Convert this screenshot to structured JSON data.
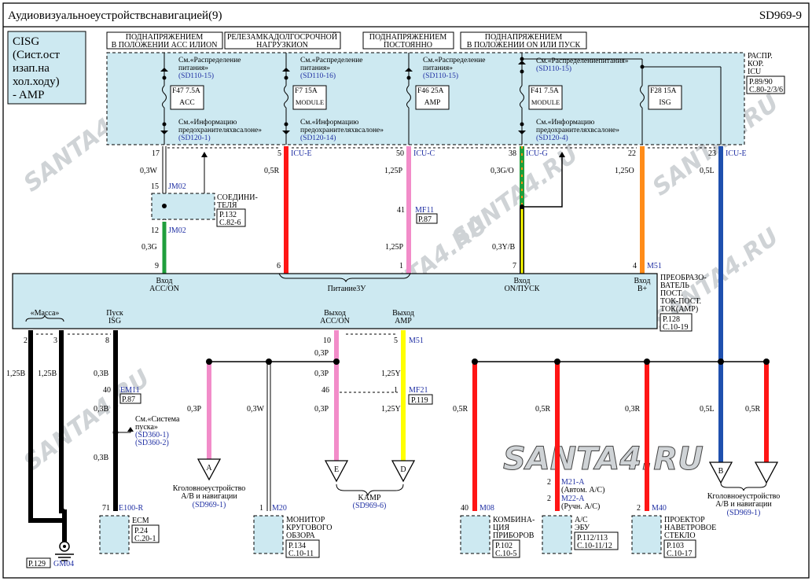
{
  "header": {
    "title": "Аудиовизуальноеустройствснавигацией(9)",
    "code": "SD969-9"
  },
  "watermark": {
    "text": "SANTA4.RU"
  },
  "system_box": {
    "lines": [
      "CISG",
      "(Сист.ост",
      "изап.на",
      "хол.ходу)",
      "- AMP"
    ]
  },
  "power_headers": [
    {
      "lines": [
        "ПОДНАПРЯЖЕНИЕМ",
        "В ПОЛОЖЕНИИ ACC  ИЛИON"
      ]
    },
    {
      "lines": [
        "РЕЛЕЗАМКАДОЛГОСРОЧНОЙ",
        "НАГРУЗКИON"
      ]
    },
    {
      "lines": [
        "ПОДНАПРЯЖЕНИЕМ",
        "ПОСТОЯННО"
      ]
    },
    {
      "lines": [
        "ПОДНАПРЯЖЕНИЕМ",
        "В ПОЛОЖЕНИИ ON  ИЛИ ПУСК"
      ]
    }
  ],
  "icu": {
    "lines": [
      "РАСПР.",
      "КОР.",
      "ICU"
    ],
    "page": "P.89/90",
    "ref": "C.80-2/3/6"
  },
  "refs": {
    "dist1_lines": [
      "См.«Распределение",
      "питания»"
    ],
    "dist1_code": "(SD110-15)",
    "dist2_lines": [
      "См.«Распределение",
      "питания»"
    ],
    "dist2_code": "(SD110-16)",
    "dist3_lines": [
      "См.«Распределение",
      "питания»"
    ],
    "dist3_code": "(SD110-15)",
    "dist4_lines": [
      "См.«Распределениепитания»"
    ],
    "dist4_code": "(SD110-15)",
    "info1_lines": [
      "См.«Информацию",
      "предохранителяхвсалоне»"
    ],
    "info1_code": "(SD120-1)",
    "info2_lines": [
      "См.«Информацию",
      "предохранителяхвсалоне»"
    ],
    "info2_code": "(SD120-14)",
    "info3_lines": [
      "См.«Информацию",
      "предохранителяхвсалоне»"
    ],
    "info3_code": "(SD120-4)",
    "start_lines": [
      "См.«Система",
      "пуска»"
    ],
    "start_code1": "(SD360-1)",
    "start_code2": "(SD360-2)"
  },
  "fuses": [
    {
      "name": "F47 7.5A",
      "label": "ACC"
    },
    {
      "name": "F7 15A",
      "label": "MODULE"
    },
    {
      "name": "F46 25A",
      "label": "AMP"
    },
    {
      "name": "F41 7.5A",
      "label": "MODULE"
    },
    {
      "name": "F28 15A",
      "label": "ISG"
    }
  ],
  "icu_pins": {
    "p17": "17",
    "p5": "5",
    "p5c": "ICU-E",
    "p50": "50",
    "p50c": "ICU-C",
    "p38": "38",
    "p38c": "ICU-G",
    "p22": "22",
    "p23": "23",
    "p23c": "ICU-E"
  },
  "wires": {
    "w03W": "0,3W",
    "w05R": "0,5R",
    "w125P": "1,25P",
    "w03GO": "0,3G/O",
    "w125O": "1,25O",
    "w05L": "0,5L",
    "w03G": "0,3G",
    "w125P2": "1,25P",
    "w03YB": "0,3Y/B",
    "gnd1": "1,25B",
    "gnd2": "1,25B",
    "isg1": "0,3B",
    "isg2": "0,3B",
    "isg3": "0,3B",
    "p_top": "0,3P",
    "p_left": "0,3P",
    "w_mon": "0,3W",
    "p_mid": "0,3P",
    "y_top": "1,25Y",
    "y_bot": "1,25Y",
    "r_cl": "0,5R",
    "r_ac": "0,5R",
    "r_hud": "0,3R",
    "l_av": "0,5L",
    "r_av": "0,5R"
  },
  "connectors": {
    "jm15": "15",
    "jm02a": "JM02",
    "jm12": "12",
    "jm02b": "JM02",
    "mf41": "41",
    "mf11": "MF11",
    "mf11p": "P.87",
    "joint": {
      "lines": [
        "СОЕДИНИ-",
        "ТЕЛЯ"
      ],
      "page": "P.132",
      "ref": "C.82-6"
    },
    "em40": "40",
    "em11": "EM11",
    "em11p": "P.87",
    "mf46": "46",
    "mf1": "1",
    "mf21": "MF21",
    "mf21p": "P.119",
    "m51": "M51"
  },
  "converter": {
    "title_lines": [
      "ПРЕОБРАЗО-",
      "ВАТЕЛЬ",
      "ПОСТ.",
      "ТОК-ПОСТ.",
      "ТОК(AMP)"
    ],
    "page": "P.128",
    "ref": "C.10-19",
    "in_pins": {
      "p9": "9",
      "p6": "6",
      "p1": "1",
      "p7": "7",
      "p4": "4"
    },
    "in_acc": [
      "Вход",
      "ACC/ON"
    ],
    "in_bplus": [
      "Вход",
      "B+"
    ],
    "in_on": [
      "Вход",
      "ON/ПУСК"
    ],
    "charge": "Питание3У",
    "ground": "«Масса»",
    "start_isg": [
      "Пуск",
      "ISG"
    ],
    "out_acc": [
      "Выход",
      "ACC/ON"
    ],
    "out_amp": [
      "Выход",
      "AMP"
    ],
    "out_pins": {
      "p2": "2",
      "p3": "3",
      "p8": "8",
      "p10": "10",
      "p5": "5"
    }
  },
  "loads": {
    "ecm": {
      "pin": "71",
      "conn": "E100-R",
      "name": "ECM",
      "page": "P.24",
      "ref": "C.20-1"
    },
    "monitor": {
      "pin": "1",
      "conn": "M20",
      "lines": [
        "МОНИТОР",
        "КРУГОВОГО",
        "ОБЗОРА"
      ],
      "page": "P.134",
      "ref": "C.10-11"
    },
    "cluster": {
      "pin": "40",
      "conn": "M08",
      "lines": [
        "КОМБИНА-",
        "ЦИЯ",
        "ПРИБОРОВ"
      ],
      "page": "P.102",
      "ref": "C.10-5"
    },
    "ac": {
      "pin1": "2",
      "conn1": "M21-A",
      "note1": "(Автом. A/C)",
      "pin2": "2",
      "conn2": "M22-A",
      "note2": "(Ручн. A/C)",
      "lines": [
        "A/C",
        "ЭБУ"
      ],
      "page": "P.112/113",
      "ref": "C.10-11/12"
    },
    "hud": {
      "pin": "2",
      "conn": "M40",
      "lines": [
        "ПРОЕКТОР",
        "НАВЕТРОВОЕ",
        "СТЕКЛО"
      ],
      "page": "P.103",
      "ref": "C.10-17"
    }
  },
  "terminals": {
    "A": "A",
    "E": "E",
    "D": "D",
    "B": "B",
    "av_a_lines": [
      "Кголовноеустройство",
      "A/B и навигации"
    ],
    "av_a_code": "(SD969-1)",
    "kamp": "KAMP",
    "kamp_code": "(SD969-6)",
    "av_b_lines": [
      "Кголовноеустройство",
      "A/B и навигации"
    ],
    "av_b_code": "(SD969-1)"
  },
  "ground": {
    "page": "P.129",
    "conn": "GM04"
  },
  "colors": {
    "icu_fill": "#cde9f1",
    "blue_text": "#1f2fa3",
    "red": "#ff1515",
    "pink": "#f28cc9",
    "green": "#1f9e3c",
    "orange": "#ff8c19",
    "blue": "#1f50ae",
    "yellow": "#ffff00",
    "black": "#000000"
  }
}
